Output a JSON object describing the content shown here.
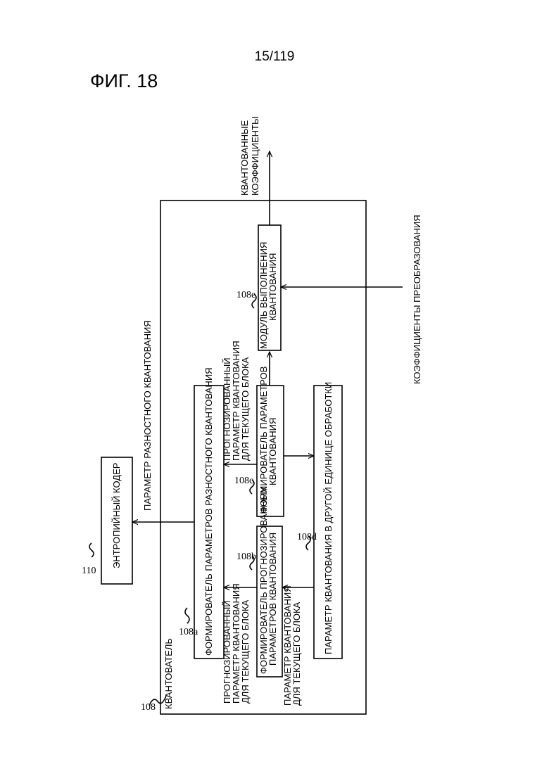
{
  "page_number": "15/119",
  "figure_title": "ФИГ. 18",
  "labels": {
    "quantized_coefficients": [
      "КВАНТОВАННЫЕ",
      "КОЭФФИЦИЕНТЫ"
    ],
    "transform_coefficients": "КОЭФФИЦИЕНТЫ ПРЕОБРАЗОВАНИЯ",
    "diff_quant_param": "ПАРАМЕТР РАЗНОСТНОГО КВАНТОВАНИЯ",
    "predicted_qp_current_top": [
      "ПРОГНОЗИРОВАННЫЙ",
      "ПАРАМЕТР КВАНТОВАНИЯ",
      "ДЛЯ ТЕКУЩЕГО БЛОКА"
    ],
    "predicted_qp_current_bottom": [
      "ПРОГНОЗИРОВАННЫЙ",
      "ПАРАМЕТР КВАНТОВАНИЯ",
      "ДЛЯ ТЕКУЩЕГО БЛОКА"
    ],
    "qp_current_block": [
      "ПАРАМЕТР КВАНТОВАНИЯ",
      "ДЛЯ ТЕКУЩЕГО БЛОКА"
    ]
  },
  "blocks": {
    "quantizer_title": "КВАНТОВАТЕЛЬ",
    "quant_executor": [
      "МОДУЛЬ ВЫПОЛНЕНИЯ",
      "КВАНТОВАНИЯ"
    ],
    "qp_generator": [
      "ФОРМИРОВАТЕЛЬ ПАРАМЕТРОВ",
      "КВАНТОВАНИЯ"
    ],
    "diff_qp_generator": "ФОРМИРОВАТЕЛЬ ПАРАМЕТРОВ РАЗНОСТНОГО КВАНТОВАНИЯ",
    "predicted_qp_generator": [
      "ФОРМИРОВАТЕЛЬ ПРОГНОЗИРОВАННЫХ",
      "ПАРАМЕТРОВ КВАНТОВАНИЯ"
    ],
    "qp_other_unit": "ПАРАМЕТР КВАНТОВАНИЯ В ДРУГОЙ ЕДИНИЦЕ ОБРАБОТКИ",
    "entropy_coder": "ЭНТРОПИЙНЫЙ КОДЕР"
  },
  "refs": {
    "quantizer": "108",
    "diff_qp_generator": "108a",
    "predicted_qp_generator": "108b",
    "qp_generator": "108c",
    "qp_other_unit": "108d",
    "quant_executor": "108e",
    "entropy_coder": "110"
  }
}
